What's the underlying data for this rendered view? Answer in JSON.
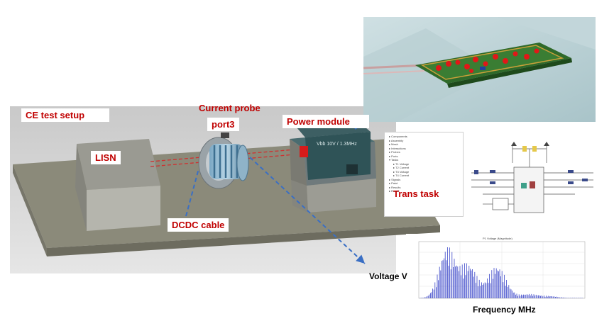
{
  "labels": {
    "ce_test_setup": "CE test setup",
    "current_probe": "Current probe",
    "port3": "port3",
    "power_module": "Power module",
    "lisn": "LISN",
    "dcdc_cable": "DCDC cable",
    "trans_task": "Trans task",
    "voltage_v": "Voltage V",
    "frequency_mhz": "Frequency MHz"
  },
  "colors": {
    "label_red": "#c00000",
    "arrow_blue": "#3a6fc4",
    "floor": "#8a8a7c",
    "background_gray": "#d8d8d8",
    "pcb_green": "#2f6a2a",
    "spectrum_blue": "#3b46c9"
  },
  "icons": [
    "lisn-box",
    "current-probe-coil",
    "power-module-box",
    "pcb-board",
    "schematic",
    "spectrum-plot"
  ]
}
